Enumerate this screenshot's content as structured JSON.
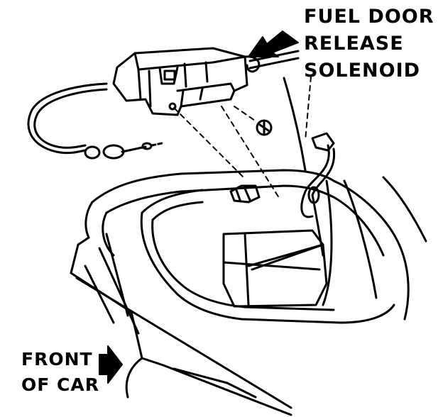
{
  "callout": {
    "line1": "FUEL DOOR",
    "line2": "RELEASE",
    "line3": "SOLENOID"
  },
  "direction": {
    "line1": "FRONT",
    "line2": "OF CAR"
  },
  "icons": {
    "callout_arrow": "arrow-left-down-icon",
    "direction_arrow": "arrow-right-icon"
  }
}
